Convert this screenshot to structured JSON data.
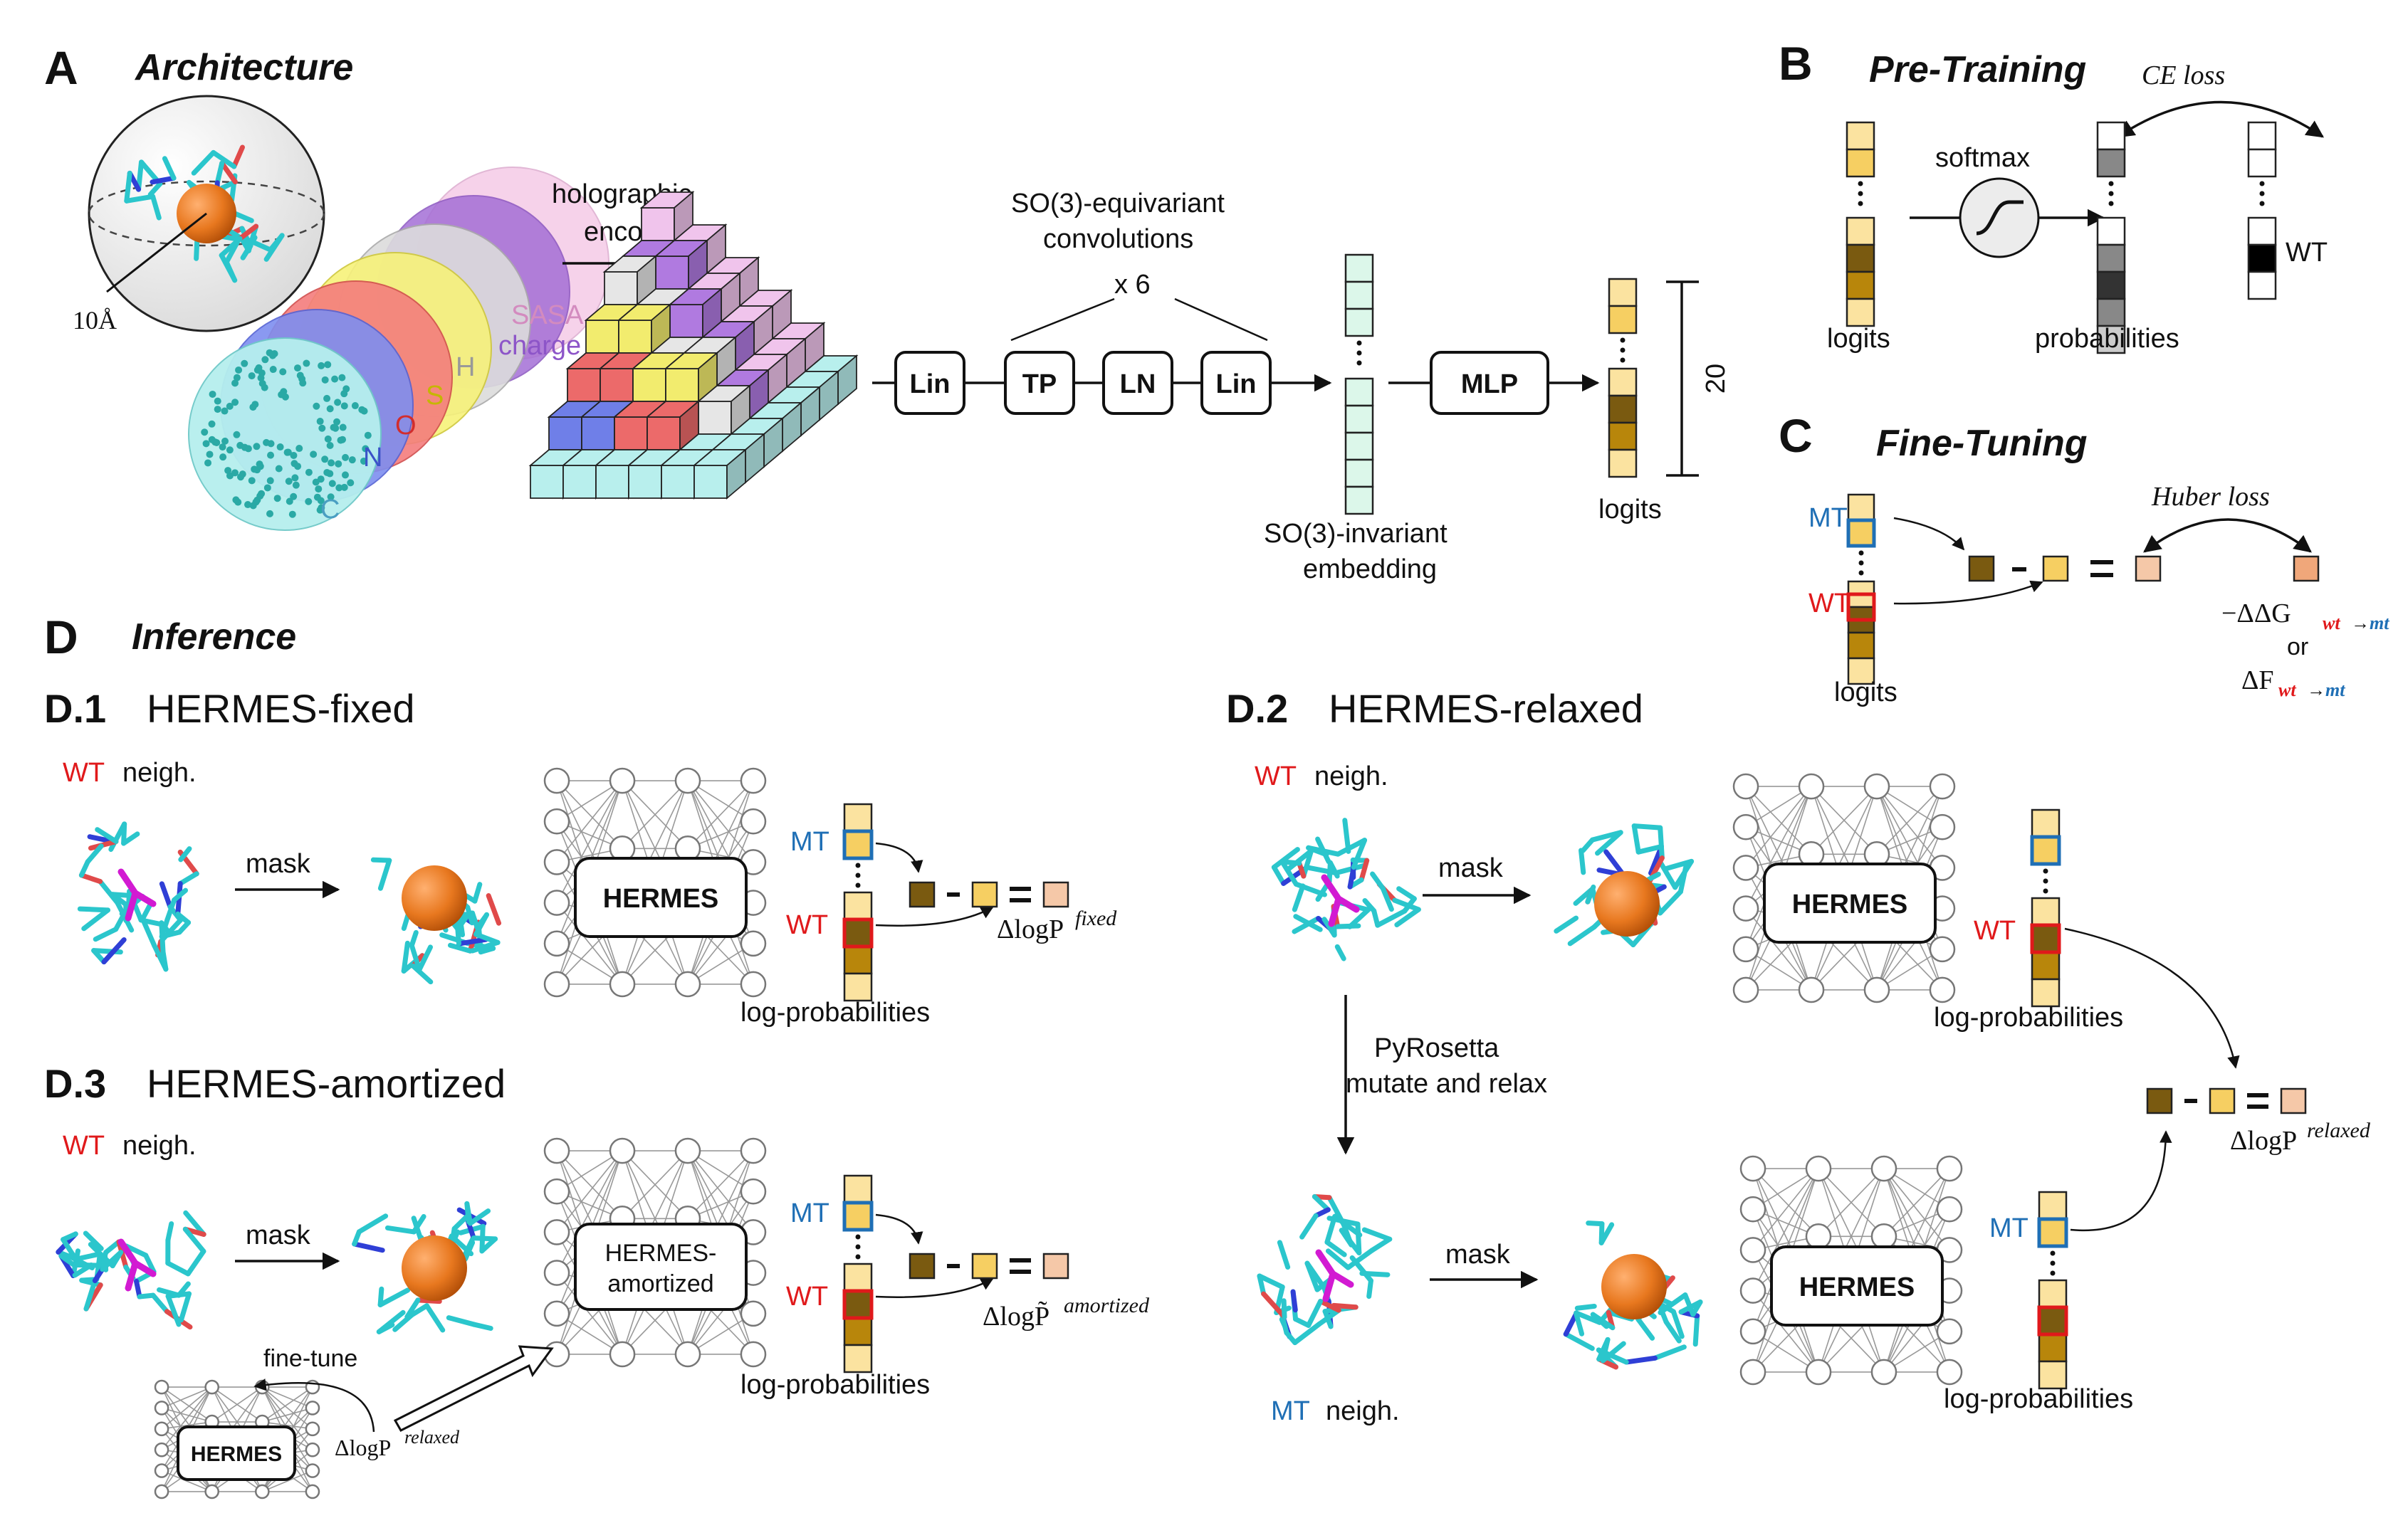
{
  "panel_a": {
    "letter": "A",
    "title": "Architecture",
    "radius": "10Å",
    "atoms": [
      "C",
      "N",
      "O",
      "S",
      "H",
      "SASA",
      "charge"
    ],
    "holographic": [
      "holographic",
      "encoding"
    ],
    "conv_title": [
      "SO(3)-equivariant",
      "convolutions"
    ],
    "repeat": "x 6",
    "blocks": [
      "Lin",
      "TP",
      "LN",
      "Lin"
    ],
    "mlp": "MLP",
    "embedding": [
      "SO(3)-invariant",
      "embedding"
    ],
    "logits": "logits",
    "dim": "20"
  },
  "panel_b": {
    "letter": "B",
    "title": "Pre-Training",
    "loss": "CE loss",
    "softmax": "softmax",
    "logits": "logits",
    "probabilities": "probabilities",
    "wt": "WT"
  },
  "panel_c": {
    "letter": "C",
    "title": "Fine-Tuning",
    "loss": "Huber loss",
    "mt": "MT",
    "wt": "WT",
    "logits": "logits",
    "ddg": "−ΔΔG",
    "or": "or",
    "df": "ΔF",
    "sub_wt": "wt",
    "sub_arrow": "→",
    "sub_mt": "mt"
  },
  "panel_d": {
    "letter": "D",
    "title": "Inference"
  },
  "d1": {
    "num": "D.1",
    "name": "HERMES-fixed",
    "wt": "WT",
    "neigh": "neigh.",
    "mask": "mask",
    "model": "HERMES",
    "mt": "MT",
    "logp": "log-probabilities",
    "delta": "ΔlogP",
    "sup": "fixed"
  },
  "d2": {
    "num": "D.2",
    "name": "HERMES-relaxed",
    "wt": "WT",
    "mt": "MT",
    "neigh": "neigh.",
    "mask": "mask",
    "model": "HERMES",
    "logp": "log-probabilities",
    "pyrosetta": [
      "PyRosetta",
      "mutate and relax"
    ],
    "delta": "ΔlogP",
    "sup": "relaxed"
  },
  "d3": {
    "num": "D.3",
    "name": "HERMES-amortized",
    "wt": "WT",
    "neigh": "neigh.",
    "mask": "mask",
    "model": [
      "HERMES-",
      "amortized"
    ],
    "mt": "MT",
    "logp": "log-probabilities",
    "finetune": "fine-tune",
    "small_model": "HERMES",
    "delta": "ΔlogP̃",
    "sup": "amortized",
    "delta2": "ΔlogP",
    "sup2": "relaxed"
  },
  "colors": {
    "mt": "#1f6fb5",
    "wt": "#e0191b",
    "ball": "#e8781f",
    "stick": "#2bc6cc",
    "gold_light": "#fbe3a0",
    "gold_mid": "#f6cf62",
    "gold_dark": "#7a5a10",
    "gold_brown": "#b8860b",
    "peach": "#f5c8a8",
    "mint": "#dcf7ea"
  }
}
